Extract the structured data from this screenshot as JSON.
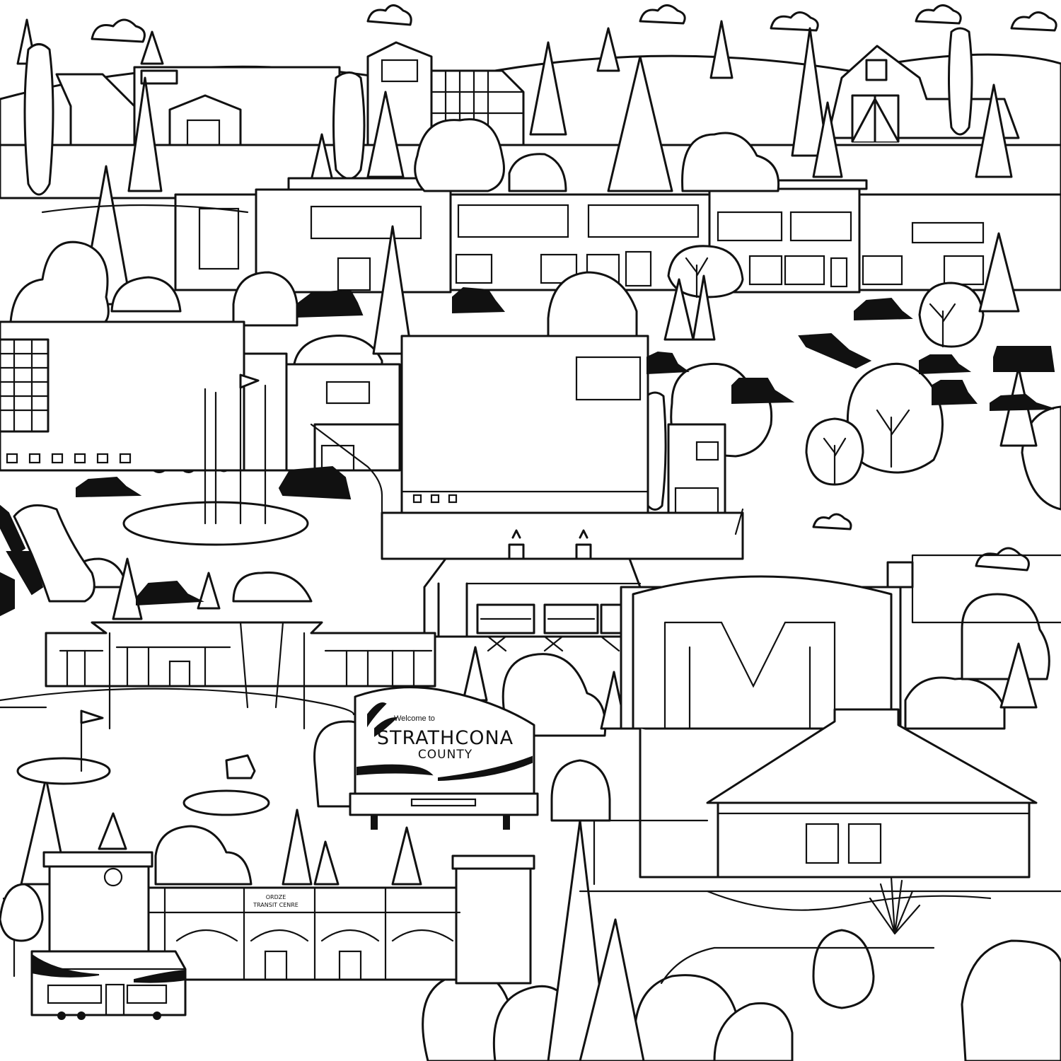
{
  "artwork": {
    "style": "black-and-white line art coloring page",
    "subject": "Strathcona County landmarks townscape"
  },
  "welcome_sign": {
    "line1": "Welcome to",
    "line2": "STRATHCONA",
    "line3": "COUNTY"
  },
  "transit_centre_sign": {
    "line1": "ORDZE",
    "line2": "TRANSIT CENRE"
  },
  "colors": {
    "ink": "#111111",
    "paper": "#ffffff"
  }
}
